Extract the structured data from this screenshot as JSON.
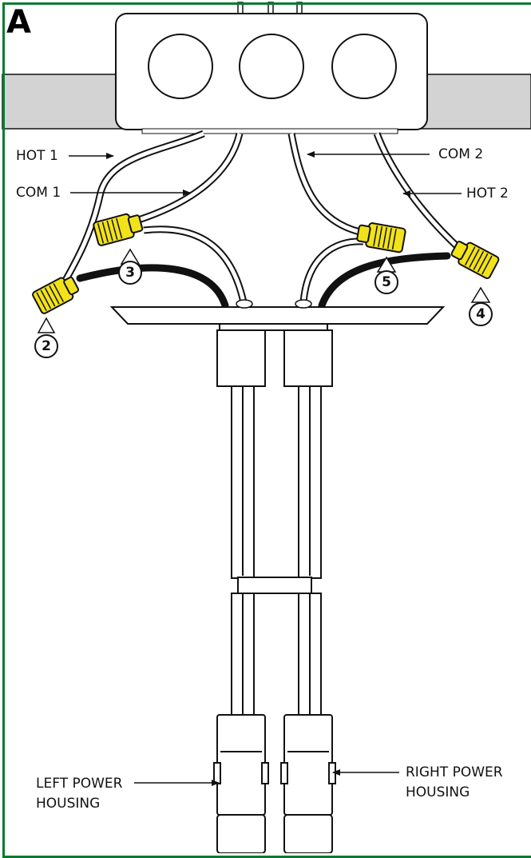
{
  "panel": {
    "letter": "A"
  },
  "wires": {
    "hot1": "HOT 1",
    "com1": "COM 1",
    "com2": "COM 2",
    "hot2": "HOT 2"
  },
  "callouts": [
    "2",
    "3",
    "5",
    "4"
  ],
  "housings": {
    "left_line1": "LEFT POWER",
    "left_line2": "HOUSING",
    "right_line1": "RIGHT POWER",
    "right_line2": "HOUSING"
  },
  "colors": {
    "frame": "#0a7a2f",
    "wire_nut": "#f2e21a",
    "ground_wire": "#111111",
    "joist": "#d3d3d3"
  }
}
